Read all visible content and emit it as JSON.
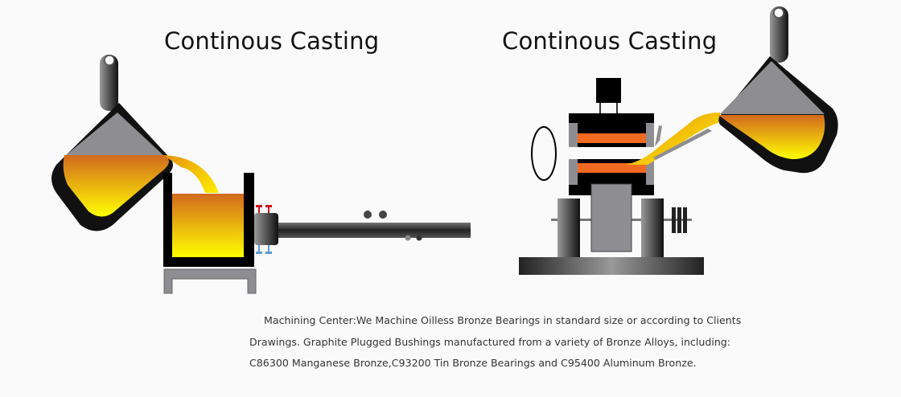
{
  "diagrams": [
    {
      "title": "Continous Casting"
    },
    {
      "title": "Continous Casting"
    }
  ],
  "caption": {
    "lines": [
      "Machining Center:We Machine Oilless Bronze Bearings in standard size or according to Clients",
      "Drawings. Graphite Plugged Bushings manufactured from a variety of Bronze Alloys, including:",
      "C86300 Manganese Bronze,C93200 Tin Bronze Bearings and C95400 Aluminum Bronze."
    ]
  },
  "colors": {
    "molten_top": "#d2691e",
    "molten_bottom": "#ffff00",
    "mold_stripe": "#f26a21",
    "steel": "#8e8e92"
  }
}
